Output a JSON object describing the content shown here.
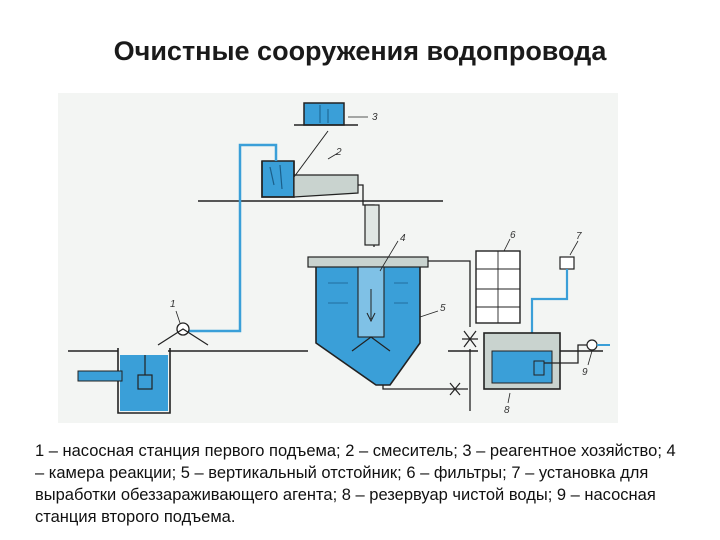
{
  "title": "Очистные сооружения водопровода",
  "diagram": {
    "labels": {
      "pump1": "1",
      "mixer": "2",
      "reagent": "3",
      "reaction": "4",
      "settler": "5",
      "filters": "6",
      "disinfect": "7",
      "reservoir": "8",
      "pump2": "9"
    }
  },
  "caption": " 1 – насосная станция первого подъема; 2 – смеситель; 3 – реагентное хозяйство; 4 – камера реакции; 5 – вертикальный отстойник; 6 – фильтры; 7 – установка для выработки обеззараживающего агента; 8 – резервуар чистой воды; 9 – насосная станция второго подъема."
}
